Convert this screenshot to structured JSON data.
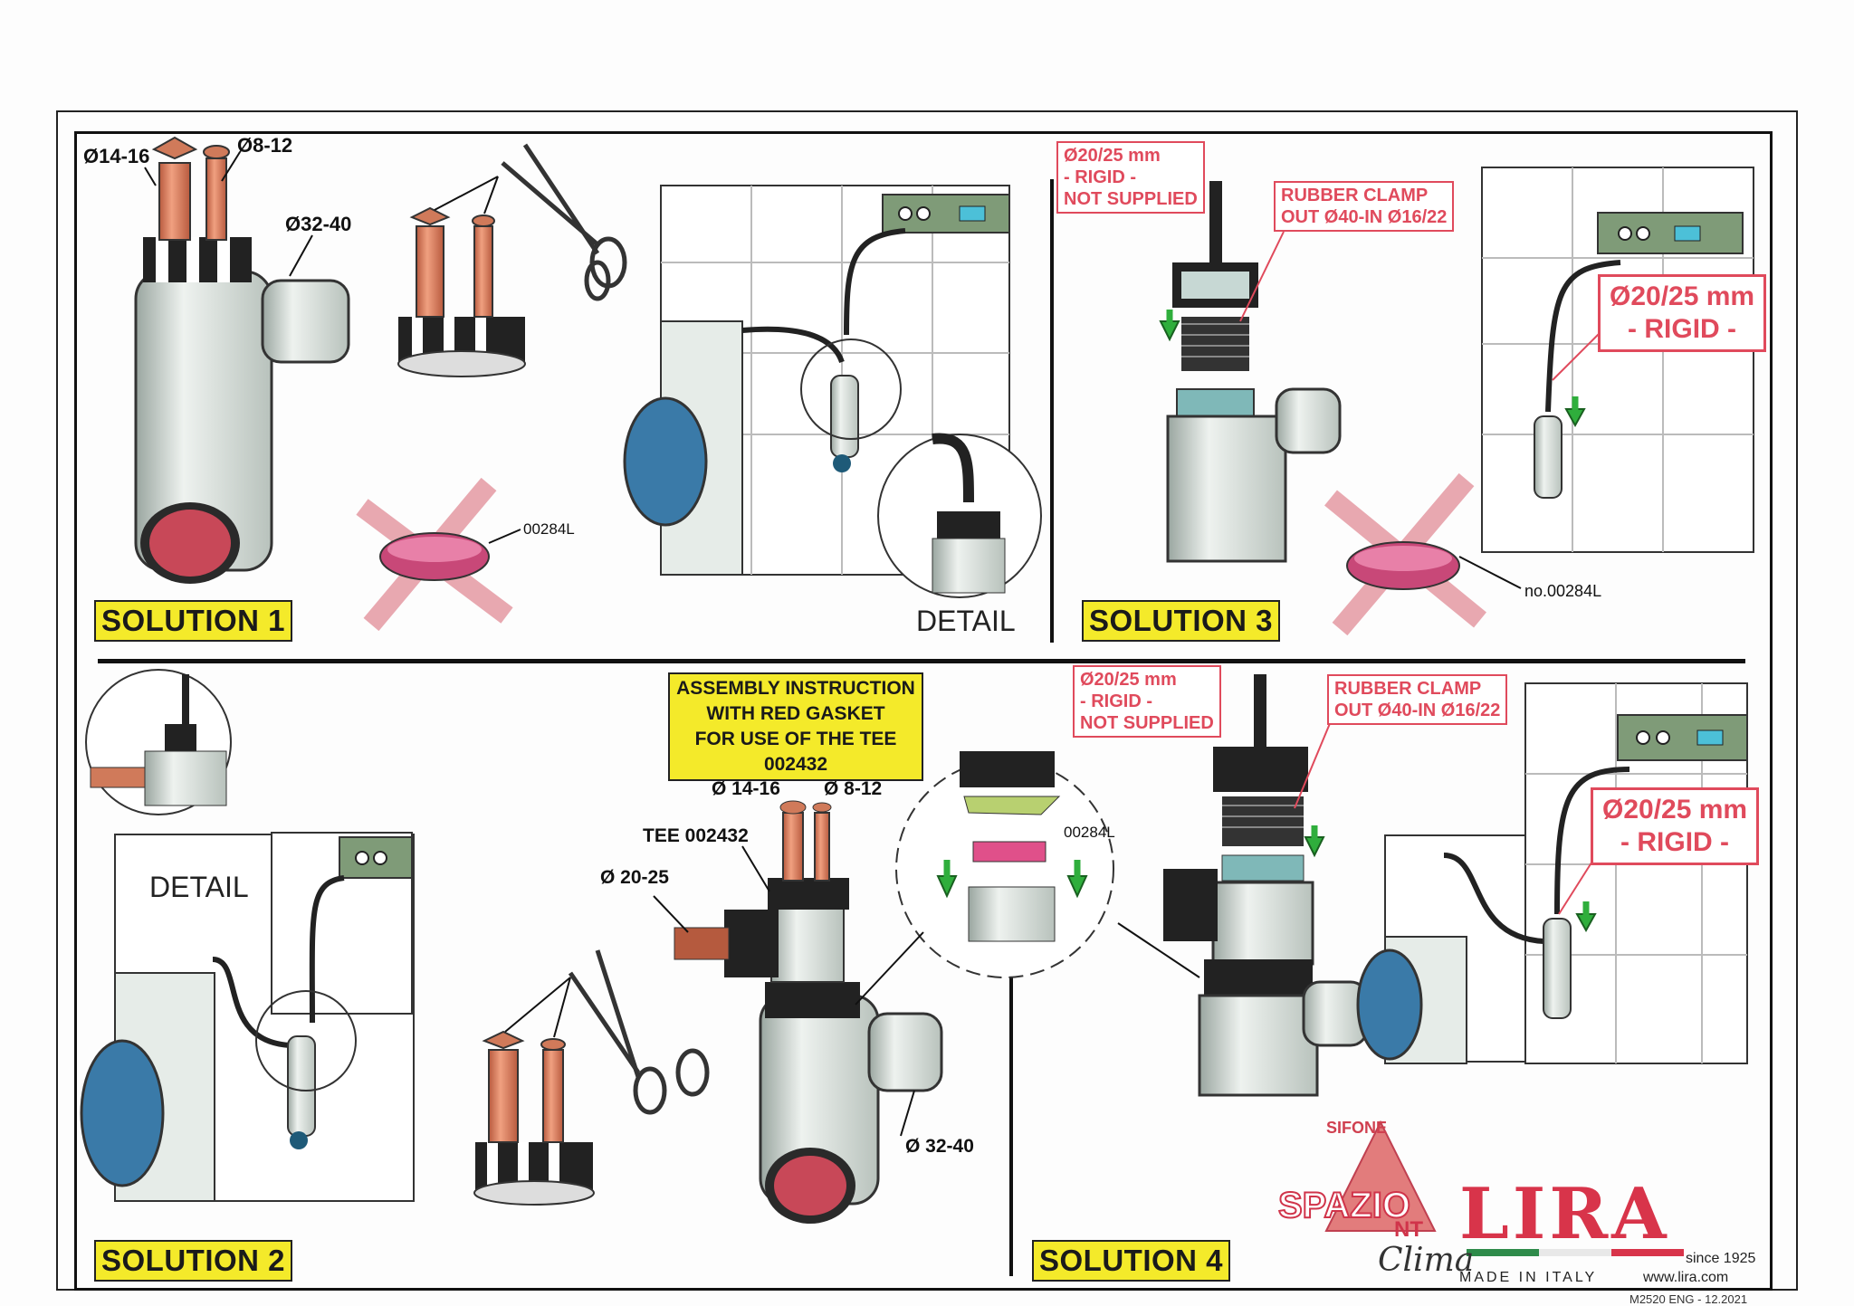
{
  "solutions": {
    "s1": "SOLUTION 1",
    "s2": "SOLUTION 2",
    "s3": "SOLUTION 3",
    "s4": "SOLUTION 4"
  },
  "labels": {
    "d14_16": "Ø14-16",
    "d8_12": "Ø8-12",
    "d32_40": "Ø32-40",
    "part_00284L_a": "00284L",
    "part_00284L_b": "no.00284L",
    "part_00284L_c": "00284L",
    "detail_1": "DETAIL",
    "detail_2": "DETAIL",
    "tee": "TEE 002432",
    "d20_25": "Ø 20-25",
    "s2_d14_16": "Ø 14-16",
    "s2_d8_12": "Ø 8-12",
    "s2_d32_40": "Ø 32-40"
  },
  "note": {
    "line1": "ASSEMBLY INSTRUCTION",
    "line2": "WITH RED GASKET",
    "line3": "FOR USE OF THE TEE 002432"
  },
  "red_boxes": {
    "rigid_not_supplied": "Ø20/25 mm\n- RIGID -\nNOT SUPPLIED",
    "rubber_clamp": "RUBBER CLAMP\nOUT Ø40-IN Ø16/22",
    "rigid_big_line1": "Ø20/25 mm",
    "rigid_big_line2": "- RIGID -"
  },
  "brand": {
    "sifone": "SIFONE",
    "spazio": "SPAZIO",
    "nt": "NT",
    "clima": "Clima",
    "lira": "LIRA",
    "since": "since 1925",
    "made_in": "MADE IN ITALY",
    "website": "www.lira.com",
    "code": "M2520 ENG - 12.2021"
  },
  "colors": {
    "accent_yellow": "#f4ea2a",
    "brand_red": "#d8344a",
    "label_red": "#e04a5c",
    "arrow_green": "#2fae3c"
  }
}
